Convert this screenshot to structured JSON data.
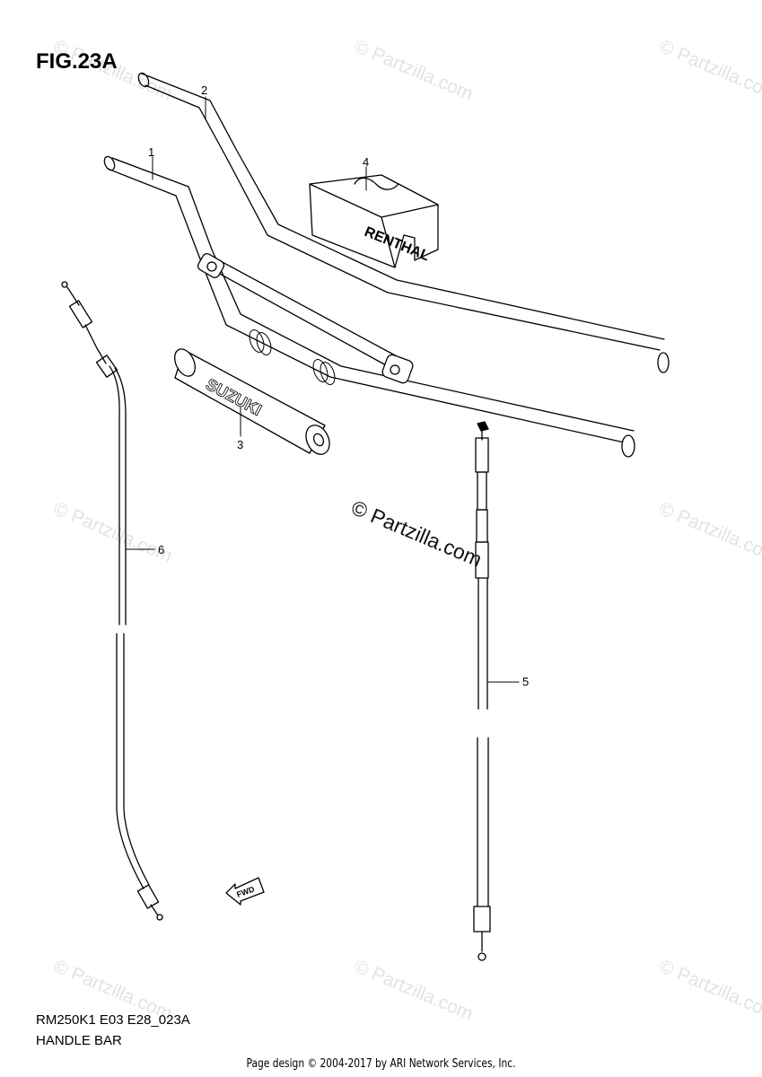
{
  "figure": {
    "title": "FIG.23A",
    "code": "RM250K1 E03 E28_023A",
    "name": "HANDLE BAR"
  },
  "footer": "Page design © 2004-2017 by ARI Network Services, Inc.",
  "watermark": "© Partzilla.com",
  "callouts": [
    "1",
    "2",
    "3",
    "4",
    "5",
    "6"
  ],
  "parts": {
    "pad_brand": "SUZUKI",
    "block_brand": "RENTHAL",
    "arrow_label": "FWD"
  }
}
